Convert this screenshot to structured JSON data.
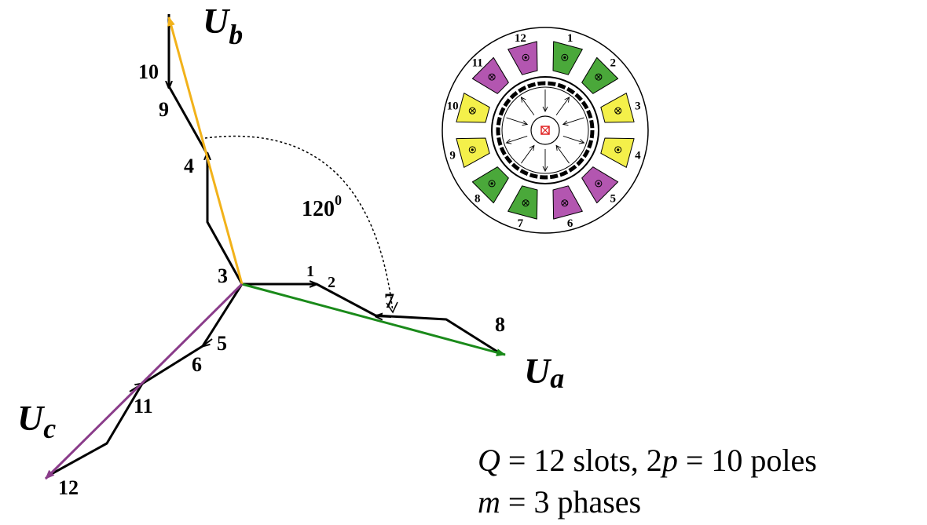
{
  "phasor_labels": {
    "ua_main": "U",
    "ua_sub": "a",
    "ub_main": "U",
    "ub_sub": "b",
    "uc_main": "U",
    "uc_sub": "c"
  },
  "angle_label": "120",
  "angle_degree_mark": "0",
  "coil_numbers": [
    "1",
    "2",
    "3",
    "4",
    "5",
    "6",
    "7",
    "8",
    "9",
    "10",
    "11",
    "12"
  ],
  "slot_numbers": [
    "1",
    "2",
    "3",
    "4",
    "5",
    "6",
    "7",
    "8",
    "9",
    "10",
    "11",
    "12"
  ],
  "phase_colors": {
    "a": "#1a8a1a",
    "b": "#f2b21a",
    "c": "#8a3c8a",
    "slot_a": "#4aa83a",
    "slot_b": "#f4f04a",
    "slot_c": "#b356b0"
  },
  "formula": {
    "line1": {
      "q": "Q",
      "eq1": " = 12 slots, 2",
      "p": "p",
      "eq2": " = 10 poles"
    },
    "line2": {
      "m": "m",
      "eq": " = 3 phases"
    }
  }
}
